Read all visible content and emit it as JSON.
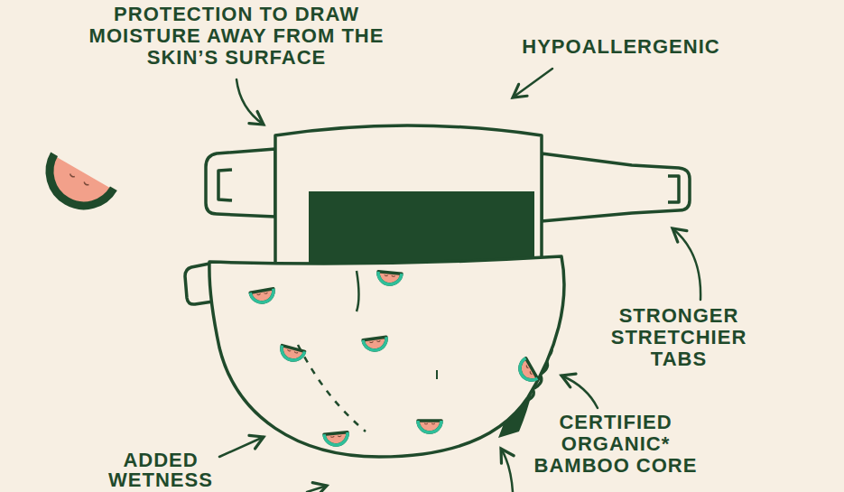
{
  "diagram": {
    "labels": [
      "PROTECTION TO DRAW MOISTURE AWAY FROM THE SKIN’S SURFACE",
      "HYPOALLERGENIC",
      "STRONGER STRETCHIER TABS",
      "CERTIFIED ORGANIC* BAMBOO CORE",
      "ADDED WETNESS"
    ]
  }
}
